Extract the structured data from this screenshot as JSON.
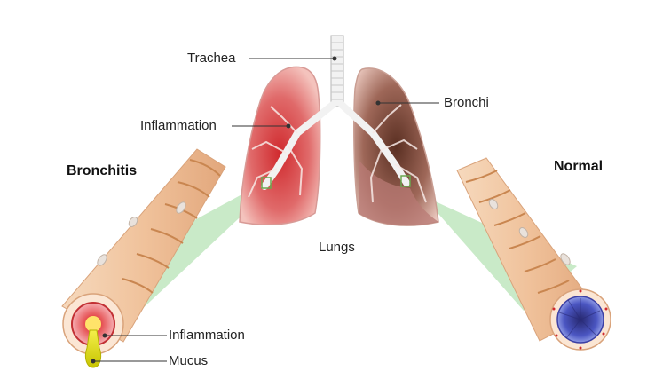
{
  "labels": {
    "trachea": "Trachea",
    "inflammation_top": "Inflammation",
    "bronchi": "Bronchi",
    "bronchitis": "Bronchitis",
    "normal": "Normal",
    "lungs": "Lungs",
    "inflammation_bottom": "Inflammation",
    "mucus": "Mucus"
  },
  "colors": {
    "inflamed_lung": "#c8242c",
    "normal_lung": "#6b3a2c",
    "airway_tube": "#f3c9a4",
    "callout_green": "#b7e3b5",
    "normal_lumen": "#3b3fa4",
    "mucus": "#e6e000"
  }
}
